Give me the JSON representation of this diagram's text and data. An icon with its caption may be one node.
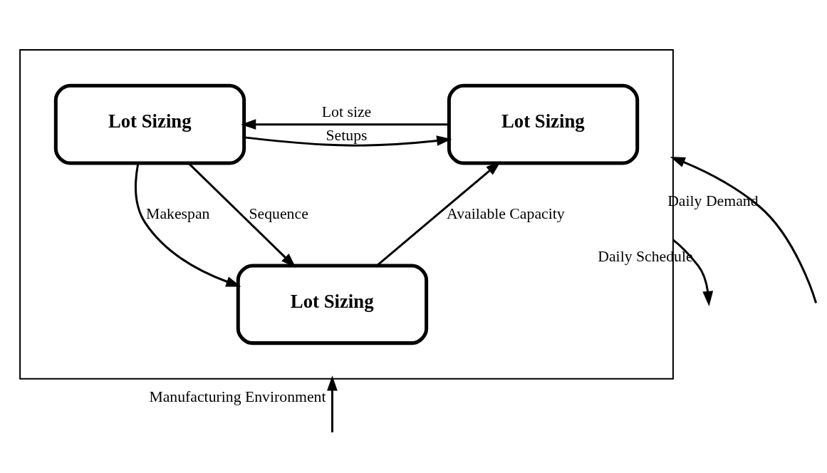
{
  "diagram": {
    "nodes": [
      {
        "text": [],
        "shape": "box"
      },
      {
        "text": [
          "Lot Sizing"
        ],
        "in": 0
      },
      {
        "text": [
          "Lot Sizing"
        ],
        "in": 0
      },
      {
        "text": [
          "Lot Sizing"
        ],
        "in": 0
      }
    ],
    "edges": [
      {
        "from": 1,
        "to": 2,
        "arrow": "to",
        "label": "Lot size"
      },
      {
        "from": 2,
        "to": 1,
        "arrow": "to",
        "label": "Setups"
      },
      {
        "from": 3,
        "to": 1,
        "arrow": "to",
        "label": "Available Capacity"
      },
      {
        "from": 2,
        "to": 3,
        "arrow": "to",
        "label": "Sequence"
      },
      {
        "from": 2,
        "to": 3,
        "arrow": "to",
        "label": "Makespan"
      },
      {
        "from": null,
        "to": 0,
        "arrow": "to",
        "label": "Daily Demand"
      },
      {
        "from": 0,
        "to": null,
        "arrow": "to",
        "label": "Daily Schedule"
      },
      {
        "from": null,
        "to": 0,
        "arrow": "to",
        "label": "Manufacturing Environment"
      }
    ]
  }
}
